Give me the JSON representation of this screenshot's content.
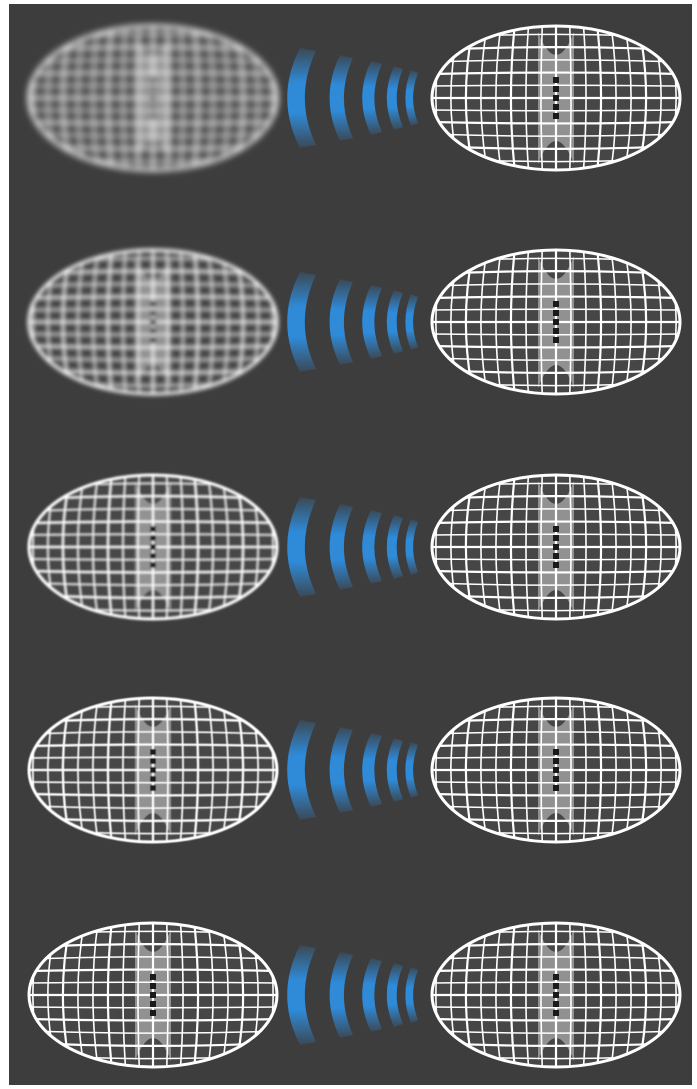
{
  "figure": {
    "background_color": "#3d3d3d",
    "page_color": "#ffffff",
    "mesh_color": "#ffffff",
    "mesh_core_color": "#cfcfcf",
    "wave_color": "#2f8ad8",
    "rows": [
      {
        "source_blur": "heavy",
        "target_blur": "none"
      },
      {
        "source_blur": "medium",
        "target_blur": "none"
      },
      {
        "source_blur": "light",
        "target_blur": "none"
      },
      {
        "source_blur": "very-light",
        "target_blur": "none"
      },
      {
        "source_blur": "none",
        "target_blur": "none"
      }
    ],
    "arc_count_per_row": 5,
    "icons": {
      "source": "torus-wireframe-icon",
      "wave": "signal-waves-icon",
      "target": "torus-wireframe-icon"
    }
  }
}
